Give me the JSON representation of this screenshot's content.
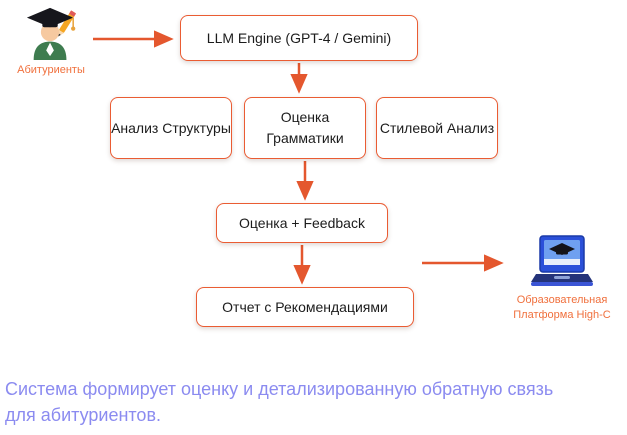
{
  "diagram": {
    "student_label": "Абитуриенты",
    "llm_engine_label": "LLM Engine (GPT-4 / Gemini)",
    "modules": [
      {
        "label": "Анализ Структуры"
      },
      {
        "label": "Оценка Грамматики"
      },
      {
        "label": "Стилевой Анализ"
      }
    ],
    "feedback_label": "Оценка + Feedback",
    "report_label": "Отчет с Рекомендациями",
    "platform_label": "Образовательная Платформа High-C",
    "caption": "Система формирует оценку и детализированную обратную связь для абитуриентов."
  },
  "colors": {
    "accent": "#E4572E",
    "label_orange": "#F0703D",
    "caption_purple": "#8B8BF0",
    "box_border": "#EA5C33"
  }
}
